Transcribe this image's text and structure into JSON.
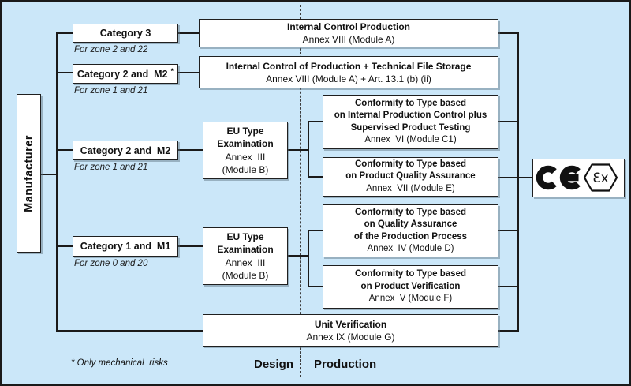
{
  "palette": {
    "background": "#cbe7f9",
    "box_fill": "#ffffff",
    "line_color": "#1a1a1a",
    "text_color": "#111111"
  },
  "manufacturer_label": "Manufacturer",
  "categories": [
    {
      "label": "Category 3",
      "sup": "",
      "note": "For zone 2 and 22"
    },
    {
      "label": "Category 2 and  M2",
      "sup": "*",
      "note": "For zone 1 and 21"
    },
    {
      "label": "Category 2 and  M2",
      "sup": "",
      "note": "For zone 1 and 21"
    },
    {
      "label": "Category 1 and  M1",
      "sup": "",
      "note": "For zone 0 and 20"
    }
  ],
  "boxes": {
    "internal_control_production": {
      "title": "Internal Control Production",
      "annex": "Annex VIII (Module A)"
    },
    "internal_control_storage": {
      "title": "Internal Control of Production + Technical File Storage",
      "annex": "Annex VIII (Module A) + Art. 13.1 (b) (ii)"
    },
    "eu_type_examination_1": {
      "title": "EU Type Examination",
      "annex_line1": "Annex  III",
      "annex_line2": "(Module B)"
    },
    "eu_type_examination_2": {
      "title": "EU Type Examination",
      "annex_line1": "Annex  III",
      "annex_line2": "(Module B)"
    },
    "module_c1": {
      "bold1": "Conformity to Type based",
      "bold2": "on Internal Production Control plus",
      "bold3": "Supervised Product Testing",
      "annex": "Annex  VI (Module C1)"
    },
    "module_e": {
      "bold1": "Conformity to Type based",
      "bold2": "on Product Quality Assurance",
      "annex": "Annex  VII (Module E)"
    },
    "module_d": {
      "bold1": "Conformity to Type based",
      "bold2": "on Quality Assurance",
      "bold3": "of the Production Process",
      "annex": "Annex  IV (Module D)"
    },
    "module_f": {
      "bold1": "Conformity to Type based",
      "bold2": "on Product Verification",
      "annex": "Annex  V (Module F)"
    },
    "unit_verification": {
      "title": "Unit Verification",
      "annex": "Annex IX (Module G)"
    }
  },
  "marks": {
    "ex_glyph": "Ɛx"
  },
  "phases": {
    "design": "Design",
    "production": "Production"
  },
  "footnote": "* Only mechanical  risks"
}
